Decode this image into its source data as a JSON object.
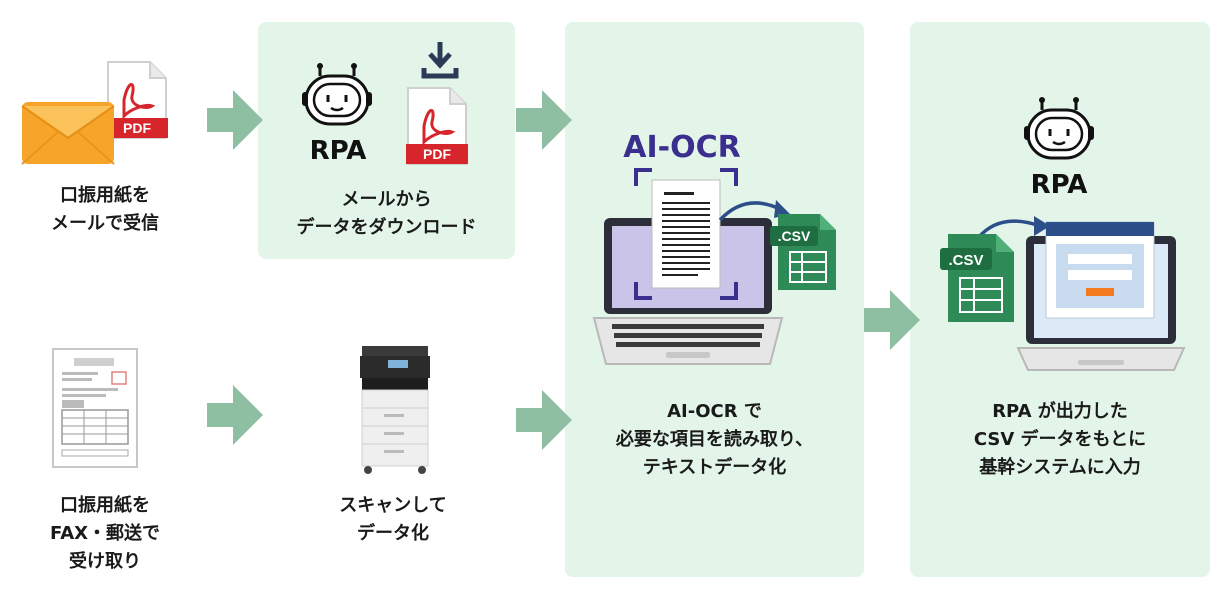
{
  "steps": [
    {
      "id": "email",
      "caption": [
        "口振用紙を",
        "メールで受信"
      ]
    },
    {
      "id": "rpa_download",
      "caption": [
        "メールから",
        "データをダウンロード"
      ],
      "logo_text": "RPA"
    },
    {
      "id": "fax",
      "caption": [
        "口振用紙を",
        "FAX・郵送で",
        "受け取り"
      ]
    },
    {
      "id": "scan",
      "caption": [
        "スキャンして",
        "データ化"
      ]
    },
    {
      "id": "ai_ocr",
      "caption": [
        "AI-OCR で",
        "必要な項目を読み取り、",
        "テキストデータ化"
      ],
      "title": "AI-OCR"
    },
    {
      "id": "rpa_input",
      "caption": [
        "RPA が出力した",
        "CSV データをもとに",
        "基幹システムに入力"
      ],
      "logo_text": "RPA"
    }
  ],
  "file_labels": {
    "pdf": "PDF",
    "csv": ".CSV"
  },
  "icons": [
    "envelope-icon",
    "pdf-file-icon",
    "download-icon",
    "robot-icon",
    "paper-form-icon",
    "copier-icon",
    "laptop-icon",
    "document-scan-icon",
    "csv-file-icon",
    "flow-arrow-icon"
  ],
  "colors": {
    "panel": "#e3f5e9",
    "arrow": "#8fbfa3",
    "navy": "#3a2f8f",
    "pdf_red": "#d7262b",
    "csv_green": "#2e8b57",
    "envelope": "#f7a52a"
  }
}
